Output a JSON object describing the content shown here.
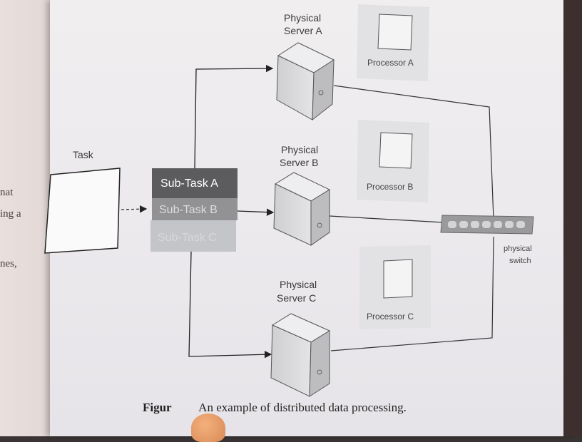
{
  "left_page_fragments": [
    "nat",
    "ing a",
    "nes,"
  ],
  "diagram": {
    "task_label": "Task",
    "subtasks": [
      "Sub-Task A",
      "Sub-Task B",
      "Sub-Task C"
    ],
    "servers": [
      {
        "name_line1": "Physical",
        "name_line2": "Server A",
        "processor": "Processor A"
      },
      {
        "name_line1": "Physical",
        "name_line2": "Server B",
        "processor": "Processor B"
      },
      {
        "name_line1": "Physical",
        "name_line2": "Server C",
        "processor": "Processor C"
      }
    ],
    "switch_line1": "physical",
    "switch_line2": "switch"
  },
  "caption": {
    "figure": "Figur",
    "text": "An example of distributed data processing."
  }
}
